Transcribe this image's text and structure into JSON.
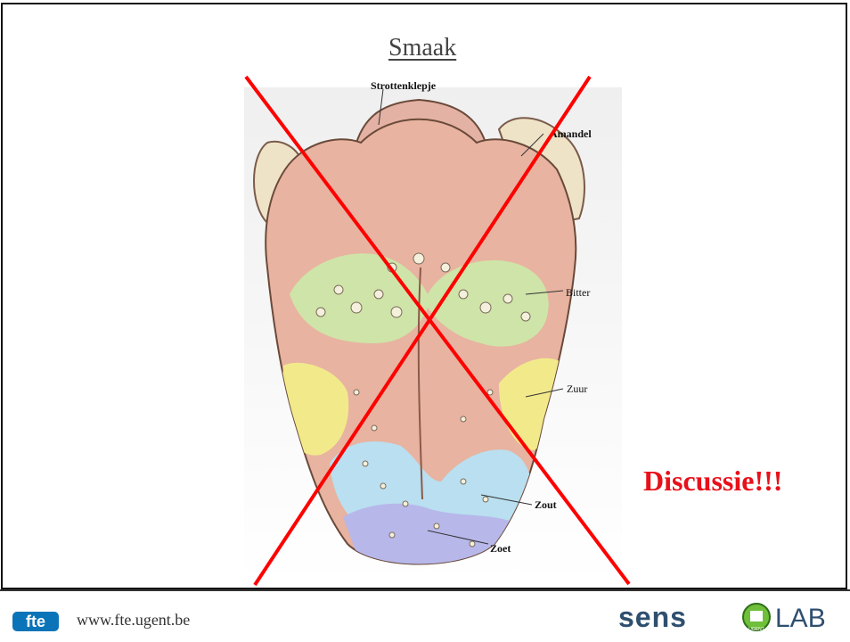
{
  "slide": {
    "title": "Smaak",
    "discussion_text": "Discussie!!!"
  },
  "figure": {
    "labels": {
      "epiglottis": "Strottenklepje",
      "tonsil": "Amandel",
      "bitter": "Bitter",
      "sour": "Zuur",
      "salty": "Zout",
      "sweet": "Zoet"
    },
    "zone_colors": {
      "bitter": "#cfe4a8",
      "sour": "#f2ea8a",
      "salty": "#b9dff0",
      "sweet": "#b7b7ea",
      "base": "#e8b3a0"
    },
    "cross_color": "#ff0000"
  },
  "footer": {
    "url": "www.fte.ugent.be",
    "left_logo_text": "fte",
    "right_logo_text_1": "sens",
    "right_logo_text_2": "LAB",
    "right_logo_emblem_text": "UGENT"
  }
}
